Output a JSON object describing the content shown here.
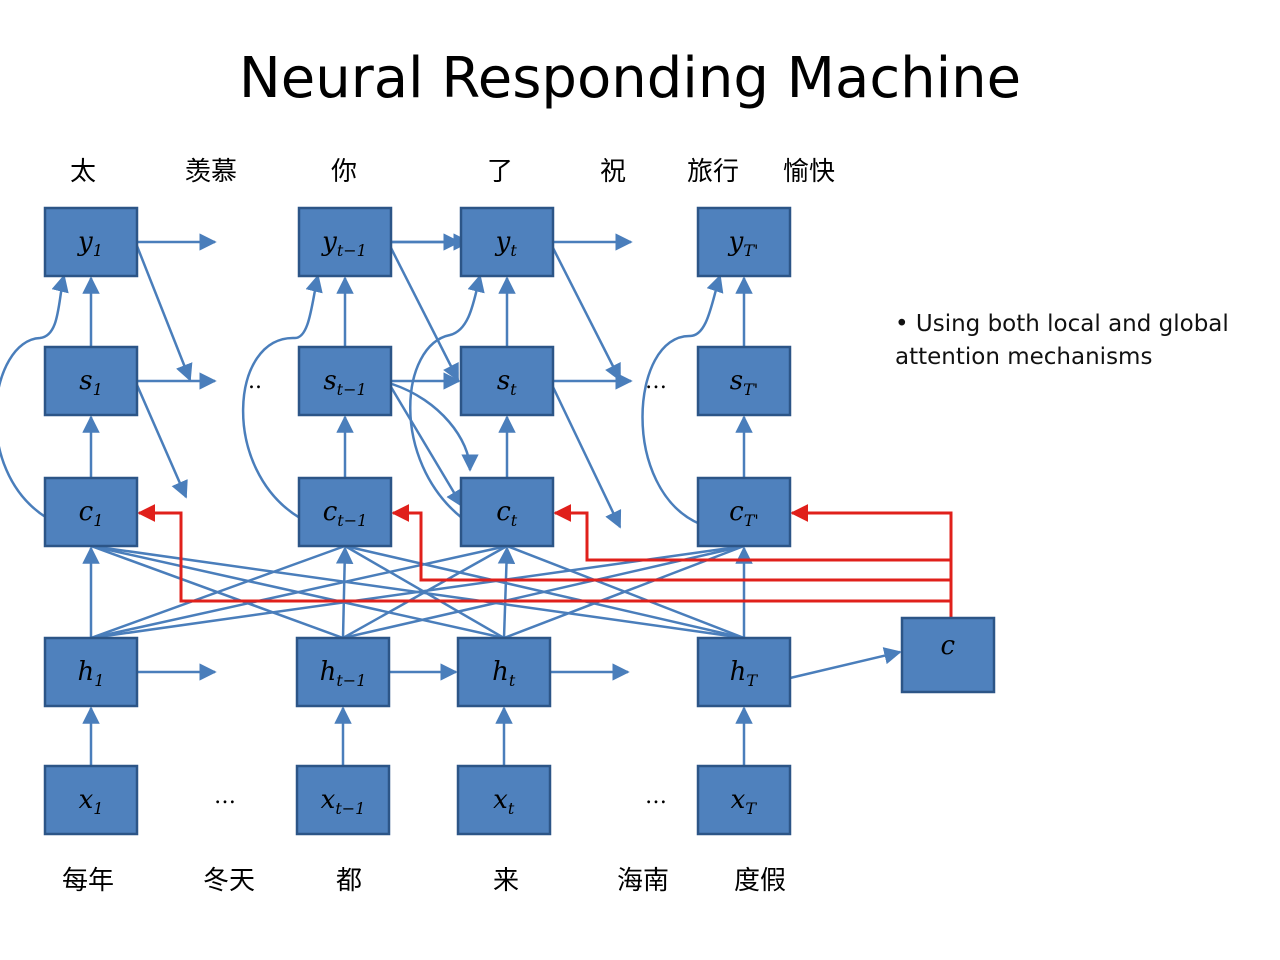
{
  "title": "Neural Responding Machine",
  "bullet": "Using both local and global attention mechanisms",
  "bullet_marker": "•",
  "output_words": [
    "太",
    "羡慕",
    "你",
    "了",
    "祝",
    "旅行",
    "愉快"
  ],
  "input_words": [
    "每年",
    "冬天",
    "都",
    "来",
    "海南",
    "度假"
  ],
  "ellipses": [
    "..",
    "…",
    "…",
    "…"
  ],
  "nodes": {
    "y": [
      {
        "base": "y",
        "sub": "1"
      },
      {
        "base": "y",
        "sub": "t−1"
      },
      {
        "base": "y",
        "sub": "t"
      },
      {
        "base": "y",
        "sub": "T'"
      }
    ],
    "s": [
      {
        "base": "s",
        "sub": "1"
      },
      {
        "base": "s",
        "sub": "t−1"
      },
      {
        "base": "s",
        "sub": "t"
      },
      {
        "base": "s",
        "sub": "T'"
      }
    ],
    "c": [
      {
        "base": "c",
        "sub": "1"
      },
      {
        "base": "c",
        "sub": "t−1"
      },
      {
        "base": "c",
        "sub": "t"
      },
      {
        "base": "c",
        "sub": "T'"
      }
    ],
    "h": [
      {
        "base": "h",
        "sub": "1"
      },
      {
        "base": "h",
        "sub": "t−1"
      },
      {
        "base": "h",
        "sub": "t"
      },
      {
        "base": "h",
        "sub": "T"
      }
    ],
    "x": [
      {
        "base": "x",
        "sub": "1"
      },
      {
        "base": "x",
        "sub": "t−1"
      },
      {
        "base": "x",
        "sub": "t"
      },
      {
        "base": "x",
        "sub": "T"
      }
    ],
    "global_context": {
      "base": "c",
      "sub": ""
    }
  },
  "colors": {
    "node_fill": "#4f81bd",
    "node_stroke": "#2c5587",
    "edge": "#4a7ebb",
    "global_edge": "#e0201b"
  }
}
